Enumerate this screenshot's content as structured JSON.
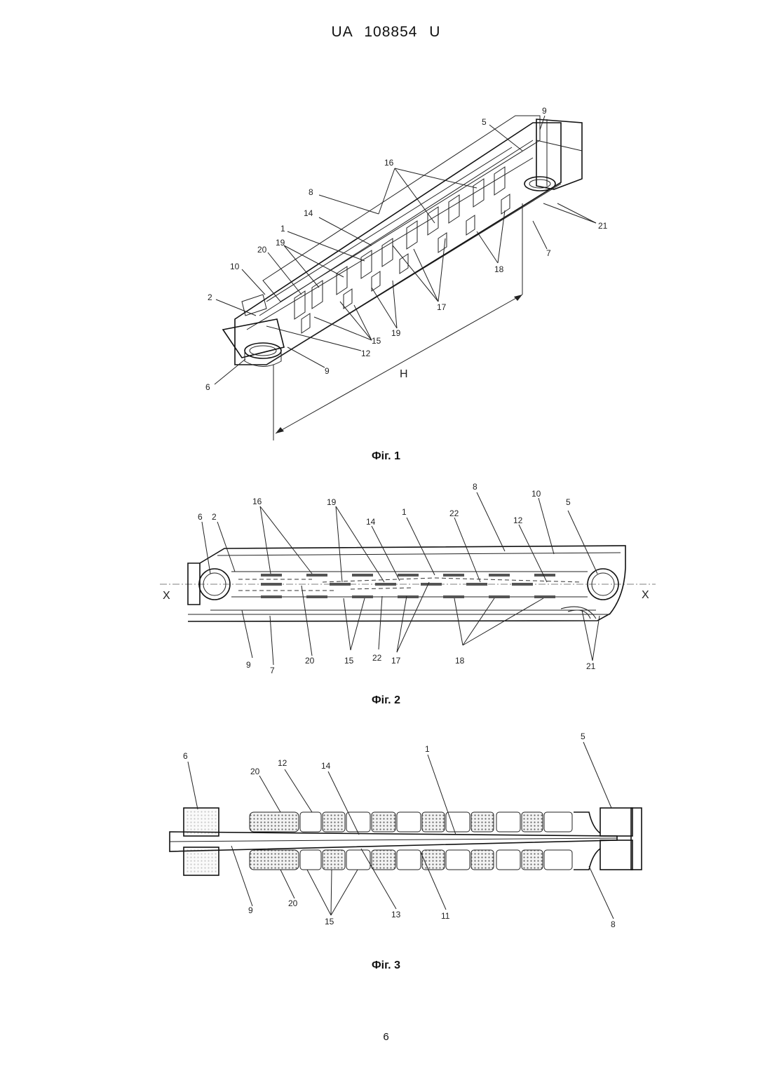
{
  "document": {
    "header": "UA 108854 U",
    "page_number": "6"
  },
  "figures": [
    {
      "caption": "Фіг. 1",
      "labels": [
        "9",
        "5",
        "16",
        "8",
        "14",
        "1",
        "20",
        "19",
        "10",
        "2",
        "21",
        "7",
        "18",
        "17",
        "19",
        "15",
        "12",
        "9",
        "6",
        "H"
      ]
    },
    {
      "caption": "Фіг. 2",
      "labels": [
        "16",
        "19",
        "14",
        "1",
        "22",
        "8",
        "10",
        "5",
        "6",
        "2",
        "12",
        "X",
        "X",
        "9",
        "7",
        "20",
        "15",
        "22",
        "17",
        "18",
        "21"
      ]
    },
    {
      "caption": "Фіг. 3",
      "labels": [
        "6",
        "20",
        "12",
        "14",
        "1",
        "5",
        "9",
        "20",
        "15",
        "13",
        "11",
        "8"
      ]
    }
  ]
}
